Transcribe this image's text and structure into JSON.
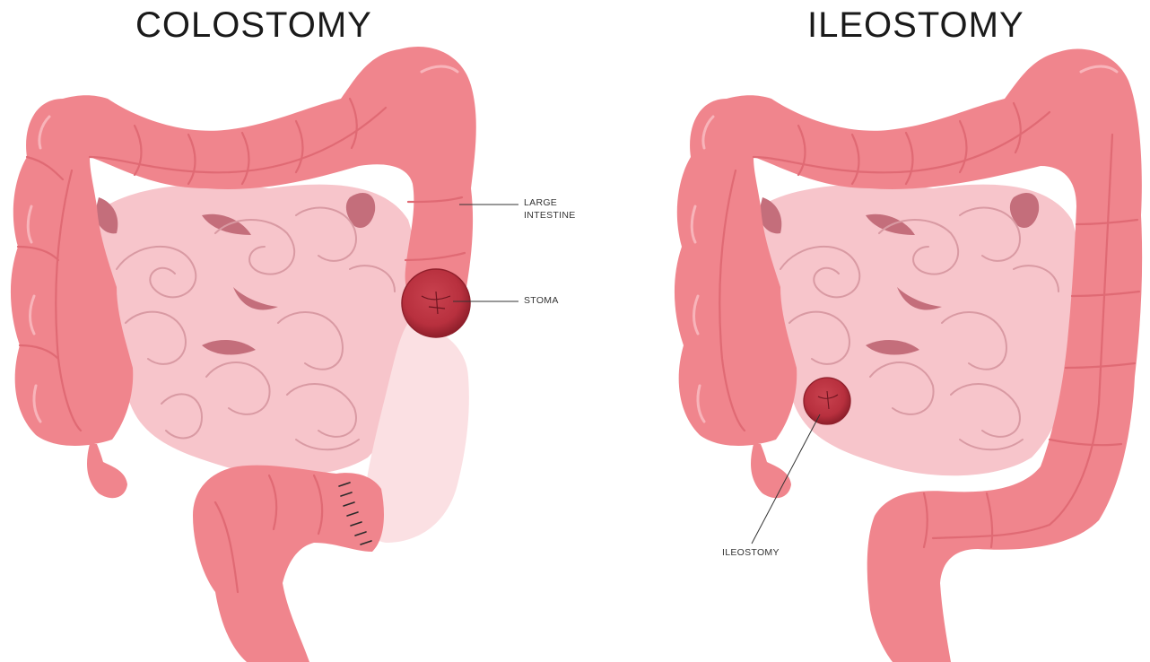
{
  "panels": {
    "left": {
      "title": "COLOSTOMY",
      "labels": {
        "large_intestine_line1": "LARGE",
        "large_intestine_line2": "INTESTINE",
        "stoma": "STOMA"
      }
    },
    "right": {
      "title": "ILEOSTOMY",
      "labels": {
        "ileostomy": "ILEOSTOMY"
      }
    }
  },
  "colors": {
    "large_intestine": "#f0858d",
    "large_intestine_dark": "#e06a74",
    "small_intestine": "#f7c5cb",
    "small_intestine_line": "#d99aa3",
    "cavity": "#c46e7b",
    "stoma": "#c23b48",
    "removed_colon": "#fbe0e3"
  }
}
